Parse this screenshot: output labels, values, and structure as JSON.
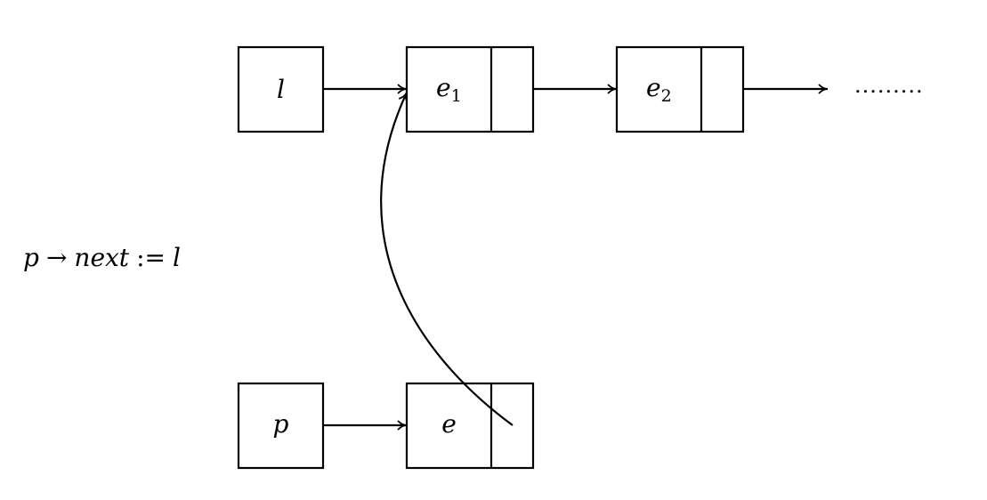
{
  "diagram": {
    "nodes": {
      "head_l": {
        "label": "l"
      },
      "node_e1": {
        "label": "e",
        "subscript": "1"
      },
      "node_e2": {
        "label": "e",
        "subscript": "2"
      },
      "head_p": {
        "label": "p"
      },
      "node_e": {
        "label": "e"
      }
    },
    "continuation": ".........",
    "statement": {
      "lhs": "p",
      "arrow": "→",
      "field": "next",
      "assign": ":=",
      "rhs": "l"
    }
  },
  "colors": {
    "stroke": "#000000",
    "background": "#ffffff"
  }
}
